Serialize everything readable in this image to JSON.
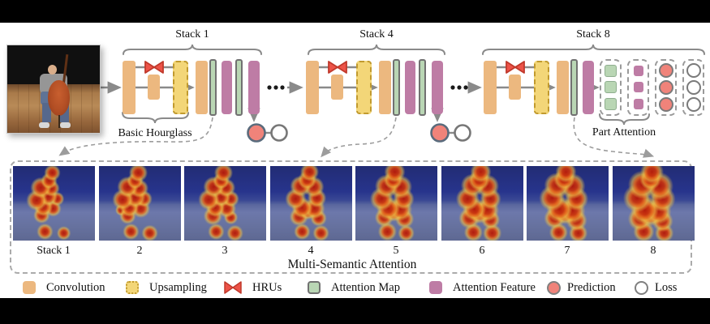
{
  "figure": {
    "stacks": [
      {
        "title": "Stack 1"
      },
      {
        "title": "Stack 4"
      },
      {
        "title": "Stack 8"
      }
    ],
    "basic_hourglass_label": "Basic Hourglass",
    "part_attention_label": "Part Attention"
  },
  "heatmap_panel": {
    "caption": "Multi-Semantic Attention",
    "labels": [
      "Stack 1",
      "2",
      "3",
      "4",
      "5",
      "6",
      "7",
      "8"
    ],
    "stages": [
      [
        [
          48,
          9,
          7
        ],
        [
          44,
          20,
          7
        ],
        [
          34,
          29,
          9
        ],
        [
          47,
          30,
          7
        ],
        [
          29,
          46,
          9
        ],
        [
          43,
          41,
          8
        ],
        [
          54,
          44,
          6
        ],
        [
          37,
          55,
          8
        ],
        [
          49,
          57,
          7
        ],
        [
          35,
          66,
          7
        ],
        [
          39,
          88,
          7
        ],
        [
          62,
          90,
          6
        ]
      ],
      [
        [
          48,
          9,
          8
        ],
        [
          44,
          20,
          7
        ],
        [
          35,
          28,
          9
        ],
        [
          49,
          30,
          8
        ],
        [
          29,
          45,
          9
        ],
        [
          44,
          42,
          9
        ],
        [
          55,
          44,
          7
        ],
        [
          37,
          56,
          8
        ],
        [
          51,
          57,
          8
        ],
        [
          35,
          67,
          7
        ],
        [
          27,
          59,
          5
        ],
        [
          39,
          88,
          7
        ],
        [
          62,
          90,
          7
        ]
      ],
      [
        [
          48,
          9,
          8
        ],
        [
          45,
          20,
          7
        ],
        [
          36,
          28,
          9
        ],
        [
          51,
          29,
          8
        ],
        [
          30,
          45,
          9
        ],
        [
          45,
          42,
          8
        ],
        [
          57,
          44,
          7
        ],
        [
          38,
          56,
          8
        ],
        [
          52,
          57,
          8
        ],
        [
          35,
          67,
          8
        ],
        [
          57,
          69,
          6
        ],
        [
          39,
          88,
          7
        ],
        [
          62,
          90,
          7
        ]
      ],
      [
        [
          48,
          8,
          8
        ],
        [
          45,
          19,
          8
        ],
        [
          37,
          27,
          9
        ],
        [
          53,
          28,
          9
        ],
        [
          31,
          44,
          9
        ],
        [
          57,
          43,
          8
        ],
        [
          39,
          56,
          9
        ],
        [
          54,
          57,
          9
        ],
        [
          46,
          61,
          7
        ],
        [
          35,
          68,
          8
        ],
        [
          59,
          70,
          7
        ],
        [
          39,
          88,
          7
        ],
        [
          62,
          90,
          7
        ]
      ],
      [
        [
          48,
          8,
          9
        ],
        [
          46,
          19,
          8
        ],
        [
          38,
          27,
          10
        ],
        [
          55,
          28,
          10
        ],
        [
          32,
          44,
          10
        ],
        [
          59,
          44,
          9
        ],
        [
          40,
          57,
          10
        ],
        [
          55,
          58,
          10
        ],
        [
          47,
          62,
          8
        ],
        [
          35,
          69,
          8
        ],
        [
          60,
          71,
          8
        ],
        [
          39,
          88,
          8
        ],
        [
          62,
          90,
          7
        ]
      ],
      [
        [
          48,
          8,
          9
        ],
        [
          46,
          19,
          9
        ],
        [
          38,
          26,
          10
        ],
        [
          56,
          27,
          10
        ],
        [
          32,
          44,
          10
        ],
        [
          60,
          44,
          9
        ],
        [
          40,
          58,
          10
        ],
        [
          56,
          59,
          10
        ],
        [
          47,
          63,
          9
        ],
        [
          34,
          70,
          9
        ],
        [
          60,
          72,
          8
        ],
        [
          39,
          89,
          8
        ],
        [
          62,
          90,
          8
        ]
      ],
      [
        [
          48,
          8,
          9
        ],
        [
          46,
          18,
          9
        ],
        [
          37,
          26,
          11
        ],
        [
          56,
          27,
          11
        ],
        [
          31,
          43,
          11
        ],
        [
          61,
          44,
          10
        ],
        [
          40,
          58,
          11
        ],
        [
          56,
          60,
          11
        ],
        [
          47,
          64,
          9
        ],
        [
          34,
          70,
          9
        ],
        [
          61,
          73,
          9
        ],
        [
          39,
          89,
          8
        ],
        [
          63,
          90,
          8
        ]
      ],
      [
        [
          48,
          8,
          10
        ],
        [
          46,
          18,
          9
        ],
        [
          36,
          25,
          12
        ],
        [
          57,
          27,
          12
        ],
        [
          30,
          43,
          12
        ],
        [
          61,
          44,
          11
        ],
        [
          39,
          59,
          12
        ],
        [
          56,
          61,
          11
        ],
        [
          46,
          65,
          10
        ],
        [
          33,
          71,
          10
        ],
        [
          61,
          74,
          9
        ],
        [
          38,
          88,
          9
        ],
        [
          63,
          90,
          8
        ]
      ]
    ]
  },
  "legend": {
    "items": [
      {
        "label": "Convolution",
        "icon": "convolution-swatch"
      },
      {
        "label": "Upsampling",
        "icon": "upsampling-swatch"
      },
      {
        "label": "HRUs",
        "icon": "hru-bowtie-icon"
      },
      {
        "label": "Attention Map",
        "icon": "attention-map-swatch"
      },
      {
        "label": "Attention Feature",
        "icon": "attention-feature-swatch"
      },
      {
        "label": "Prediction",
        "icon": "prediction-circle-icon"
      },
      {
        "label": "Loss",
        "icon": "loss-circle-icon"
      }
    ]
  },
  "colors": {
    "convolution": "#ECB87F",
    "upsampling_fill": "#F3D678",
    "upsampling_border": "#C19A2E",
    "hru_red": "#ED5348",
    "attention_map": "#B9D6B4",
    "attention_feature": "#BE7CA5",
    "prediction": "#F0837A",
    "line_gray": "#8A8A8A"
  }
}
